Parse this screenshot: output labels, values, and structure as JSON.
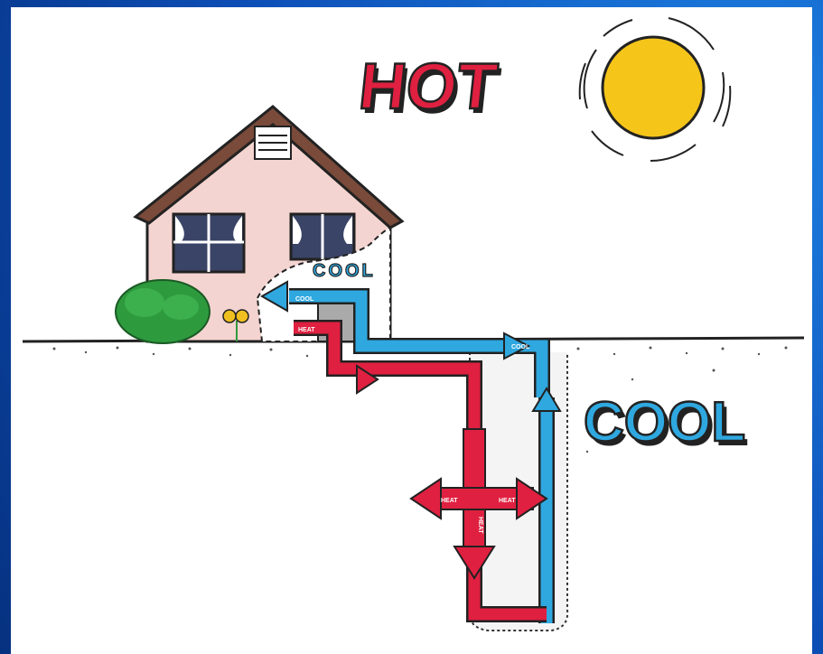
{
  "labels": {
    "hot": "HOT",
    "cool_house": "COOL",
    "cool_ground": "COOL",
    "arrow_cool_house": "COOL",
    "arrow_heat_house": "HEAT",
    "arrow_cool_pipe": "COOL",
    "arrow_heat_left": "HEAT",
    "arrow_heat_right": "HEAT",
    "arrow_heat_down": "HEAT"
  },
  "colors": {
    "hot_red": "#e02040",
    "cool_blue": "#2fa8e0",
    "sun_yellow": "#f5c51a",
    "house_pink": "#f4d4d0",
    "roof_brown": "#7a4a3a",
    "bush_green": "#2e9a3e"
  }
}
